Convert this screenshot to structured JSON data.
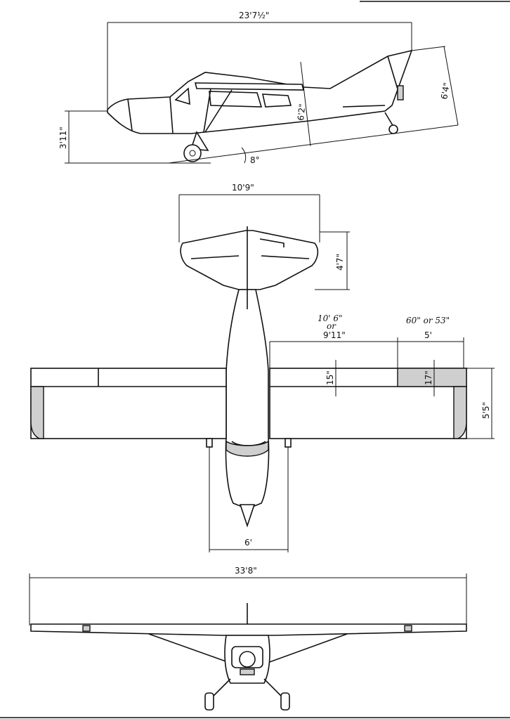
{
  "side_view": {
    "length": "23'7½\"",
    "height": "6'4\"",
    "cabin_height": "6'2\"",
    "ground_height": "3'11\"",
    "angle": "8°"
  },
  "top_view": {
    "tailspan": "10'9\"",
    "tail_chord": "4'7\"",
    "handwritten_span": "10' 6\"",
    "handwritten_or": "or",
    "handwritten_tip": "60\" or 53\"",
    "flap_span": "9'11\"",
    "aileron_span": "5'",
    "flap_chord": "15\"",
    "aileron_chord": "17\"",
    "wing_chord": "5'5\"",
    "track": "6'"
  },
  "front_view": {
    "wingspan": "33'8\""
  }
}
